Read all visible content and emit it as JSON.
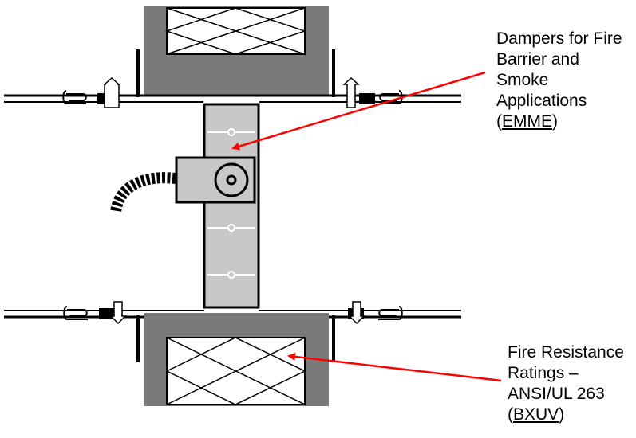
{
  "colors": {
    "wall_gray": "#7a7a7a",
    "damper_gray": "#c8c8c8",
    "arrow_red": "#ff0000",
    "line_black": "#000000"
  },
  "labels": {
    "top": {
      "line1": "Dampers for Fire",
      "line2": "Barrier and",
      "line3": "Smoke",
      "line4": "Applications",
      "paren_open": "(",
      "code": "EMME",
      "paren_close": ")"
    },
    "bottom": {
      "line1": "Fire Resistance",
      "line2": "Ratings –",
      "line3": "ANSI/UL 263",
      "paren_open": "(",
      "code": "BXUV",
      "paren_close": ")"
    }
  }
}
